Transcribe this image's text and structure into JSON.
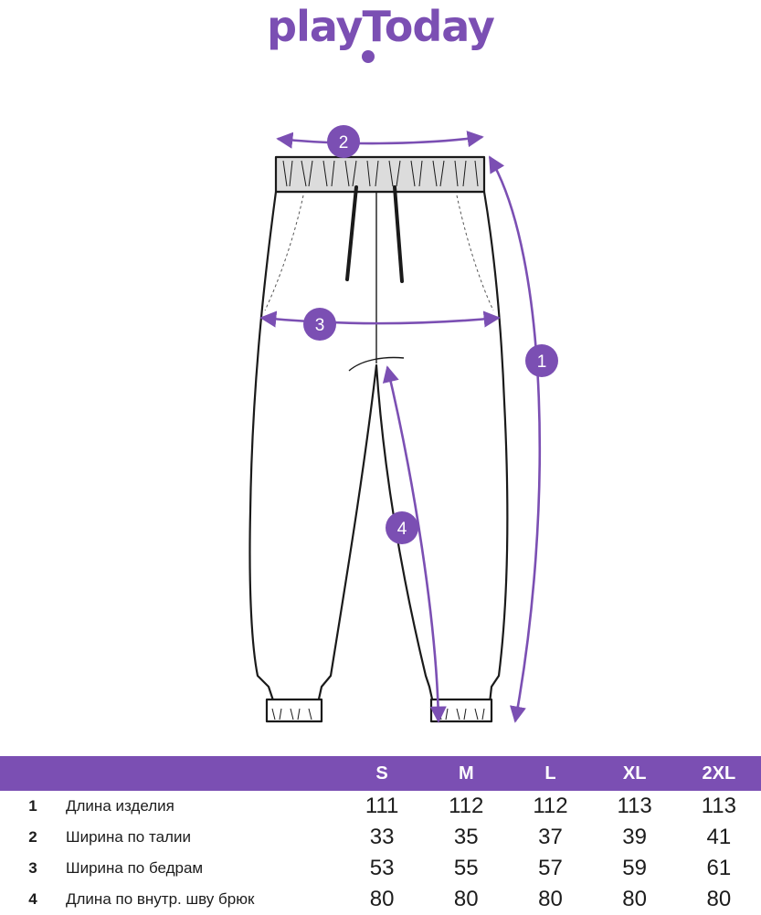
{
  "brand": {
    "logo_text": "playToday",
    "color": "#7b4fb3"
  },
  "diagram": {
    "markers": [
      {
        "id": "1",
        "label": "1"
      },
      {
        "id": "2",
        "label": "2"
      },
      {
        "id": "3",
        "label": "3"
      },
      {
        "id": "4",
        "label": "4"
      }
    ],
    "line_color": "#1a1a1a",
    "fill_color": "#ffffff"
  },
  "table": {
    "headers": [
      "",
      "",
      "S",
      "M",
      "L",
      "XL",
      "2XL"
    ],
    "rows": [
      {
        "num": "1",
        "name": "Длина изделия",
        "values": [
          "111",
          "112",
          "112",
          "113",
          "113"
        ]
      },
      {
        "num": "2",
        "name": "Ширина по талии",
        "values": [
          "33",
          "35",
          "37",
          "39",
          "41"
        ]
      },
      {
        "num": "3",
        "name": "Ширина по бедрам",
        "values": [
          "53",
          "55",
          "57",
          "59",
          "61"
        ]
      },
      {
        "num": "4",
        "name": "Длина по внутр. шву брюк",
        "values": [
          "80",
          "80",
          "80",
          "80",
          "80"
        ]
      }
    ]
  }
}
